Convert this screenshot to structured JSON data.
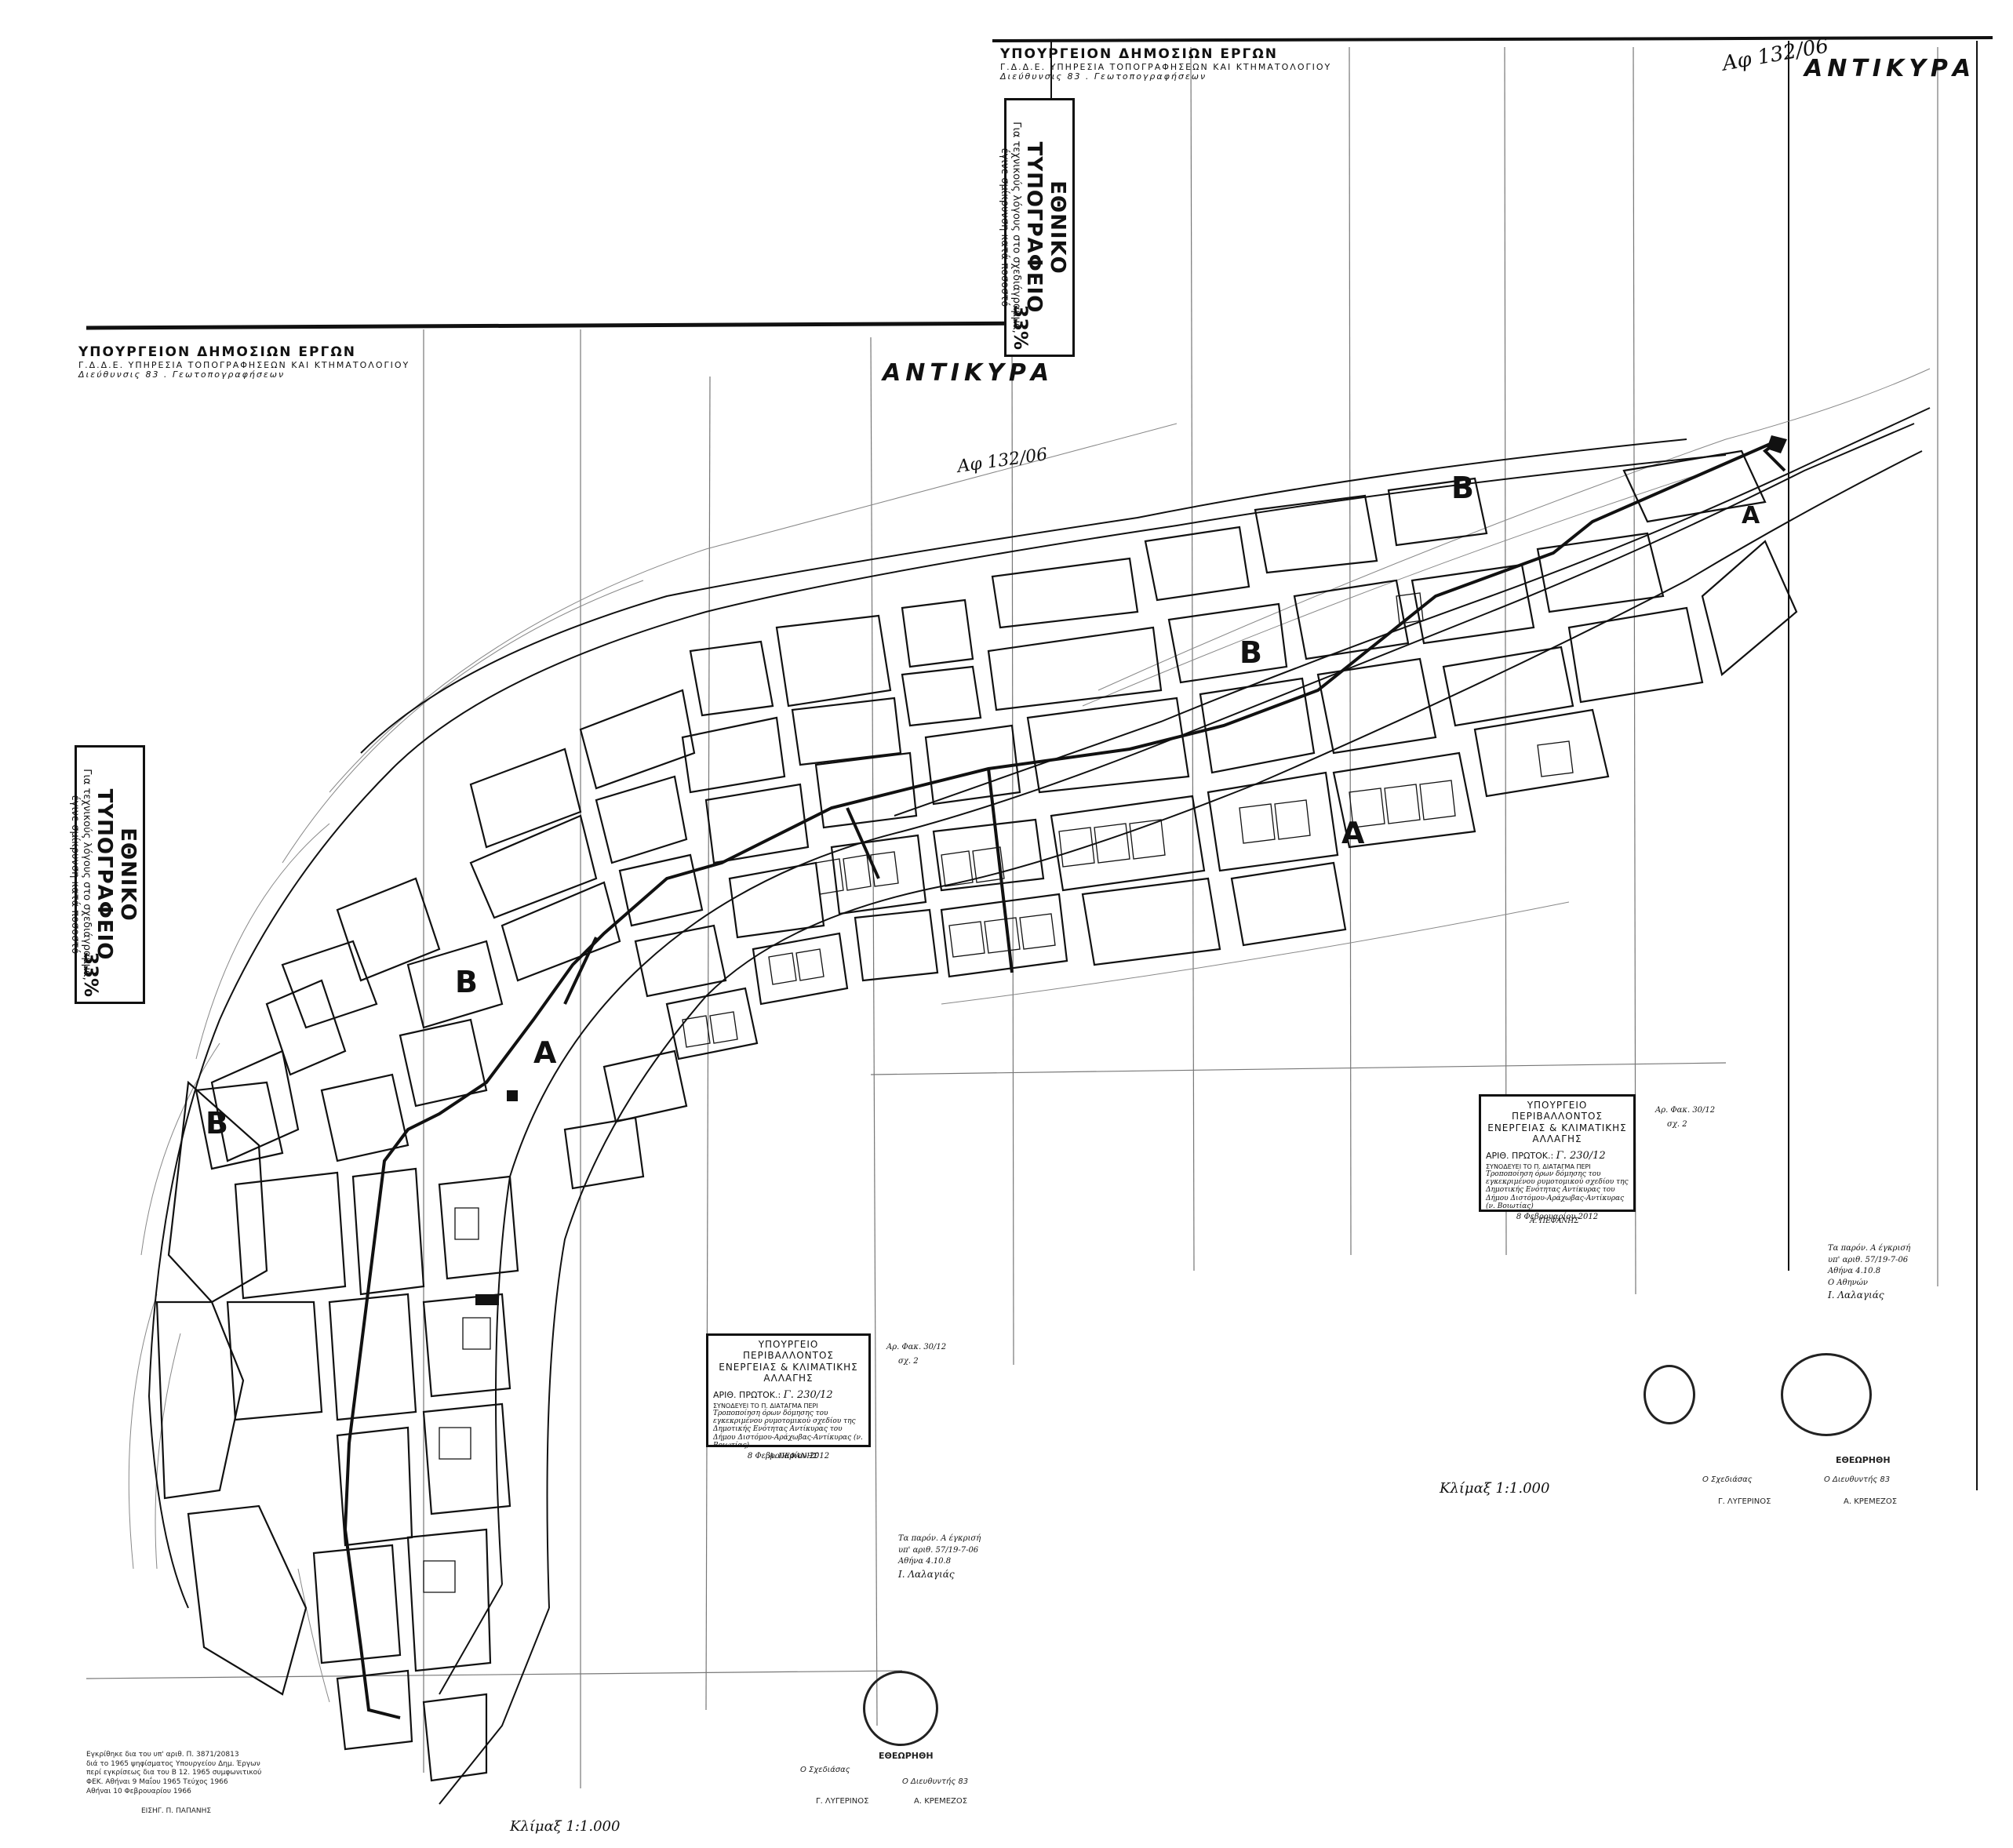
{
  "sheet_top": {
    "ministry": "ΥΠΟΥΡΓΕΙΟΝ ΔΗΜΟΣΙΩΝ ΕΡΓΩΝ",
    "service": "Γ.Δ.Δ.Ε.   ΥΠΗΡΕΣΙΑ ΤΟΠΟΓΡΑΦΗΣΕΩΝ ΚΑΙ ΚΤΗΜΑΤΟΛΟΓΙΟΥ",
    "directorate": "Διεύθυνσις 83 . Γεωτοπογραφήσεων",
    "place": "ΑΝΤΙΚΥΡΑ",
    "handwritten": "Αφ 132/06"
  },
  "sheet_main": {
    "ministry": "ΥΠΟΥΡΓΕΙΟΝ ΔΗΜΟΣΙΩΝ ΕΡΓΩΝ",
    "service": "Γ.Δ.Δ.Ε.   ΥΠΗΡΕΣΙΑ ΤΟΠΟΓΡΑΦΗΣΕΩΝ ΚΑΙ ΚΤΗΜΑΤΟΛΟΓΙΟΥ",
    "directorate": "Διεύθυνσις 83 . Γεωτοπογραφήσεων",
    "place": "ΑΝΤΙΚΥΡΑ",
    "handwritten": "Αφ 132/06"
  },
  "print_stamp": {
    "title": "ΕΘΝΙΚΟ ΤΥΠΟΓΡΑΦΕΙΟ",
    "line1": "Για τεχνικούς λόγους στο σχεδιάγραμμα,",
    "line2": "έγινε σμίκρυνση κατά ποσοστό",
    "percent": "33%"
  },
  "zones": [
    "Β",
    "Β",
    "Α",
    "Β",
    "Β",
    "Α",
    "Α"
  ],
  "approval_box_right": {
    "title1": "ΥΠΟΥΡΓΕΙΟ ΠΕΡΙΒΑΛΛΟΝΤΟΣ",
    "title2": "ΕΝΕΡΓΕΙΑΣ & ΚΛΙΜΑΤΙΚΗΣ ΑΛΛΑΓΗΣ",
    "protocol_label": "ΑΡΙΘ. ΠΡΩΤΟΚ.:",
    "protocol_value": "Γ. 230/12",
    "annex_label": "ΣΥΝΟΔΕΥΕΙ ΤΟ Π. ΔΙΑΤΑΓΜΑ ΠΕΡΙ",
    "annex_text": "Τροποποίηση όρων δόμησης του εγκεκριμένου ρυμοτομικού σχεδίου της Δημοτικής Ενότητας Αντίκυρας του Δήμου Διστόμου-Αράχωβας-Αντίκυρας (ν. Βοιωτίας)",
    "date": "8 Φεβρουαρίου 2012",
    "signature": "Α. ΠΕΦΑΝΗΣ",
    "ref": "Αρ. Φακ. 30/12",
    "sheet": "σχ. 2"
  },
  "approval_box_center": {
    "title1": "ΥΠΟΥΡΓΕΙΟ ΠΕΡΙΒΑΛΛΟΝΤΟΣ",
    "title2": "ΕΝΕΡΓΕΙΑΣ & ΚΛΙΜΑΤΙΚΗΣ ΑΛΛΑΓΗΣ",
    "protocol_label": "ΑΡΙΘ. ΠΡΩΤΟΚ.:",
    "protocol_value": "Γ. 230/12",
    "annex_label": "ΣΥΝΟΔΕΥΕΙ ΤΟ Π. ΔΙΑΤΑΓΜΑ ΠΕΡΙ",
    "annex_text": "Τροποποίηση όρων δόμησης του εγκεκριμένου ρυμοτομικού σχεδίου της Δημοτικής Ενότητας Αντίκυρας του Δήμου Διστόμου-Αράχωβας-Αντίκυρας (ν. Βοιωτίας)",
    "date": "8 Φεβρουαρίου 2012",
    "signature": "Α. ΠΕΦΑΝΗΣ",
    "ref": "Αρ. Φακ. 30/12",
    "sheet": "σχ. 2"
  },
  "registration_note_right": {
    "line1": "Τα παρόν. Α έγκρισή",
    "line2": "υπ' αριθ. 57/19-7-06",
    "line3": "Αθήνα 4.10.8",
    "line4": "Ο Αθηνών",
    "line5": "Ι. Λαλαγιάς"
  },
  "registration_note_center": {
    "line1": "Τα παρόν. Α έγκρισή",
    "line2": "υπ' αριθ. 57/19-7-06",
    "line3": "Αθήνα 4.10.8",
    "line4": "Ι. Λαλαγιάς"
  },
  "checked": {
    "label": "ΕΘΕΩΡΗΘΗ",
    "drafter_label": "Ο Σχεδιάσας",
    "director_label": "Ο Διευθυντής 83",
    "drafter_name": "Γ. ΛΥΓΕΡΙΝΟΣ",
    "director_name": "Α. ΚΡΕΜΕΖΟΣ"
  },
  "scale_label": "Κλίμαξ 1:1.000",
  "decree_note_left": {
    "line1": "Εγκρίθηκε δια του υπ' αριθ. Π. 3871/20813",
    "line2": "διά το 1965 ψηφίσματος Υπουργείου Δημ. Έργων",
    "line3": "περί εγκρίσεως δια του Β 12. 1965 συμφωνιτικού",
    "line4": "ΦΕΚ. Αθήναι 9 Μαΐου 1965 Τεύχος 1966",
    "line5": "Αθήναι 10 Φεβρουαρίου 1966",
    "signature": "ΕΙΣΗΓ. Π. ΠΑΠΑΝΗΣ"
  },
  "colors": {
    "ink": "#111111",
    "paper": "#ffffff",
    "grey": "#555555"
  }
}
